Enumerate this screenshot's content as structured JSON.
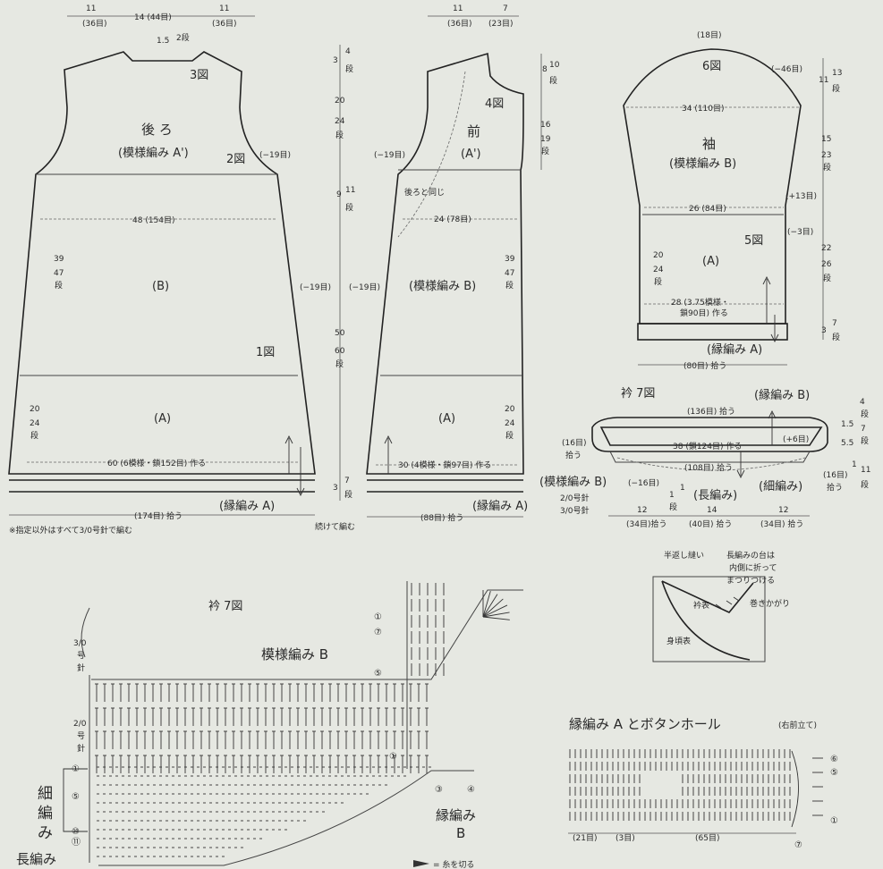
{
  "back": {
    "top_dims": [
      "11",
      "(36目)",
      "14 (44目)",
      "11",
      "(36目)"
    ],
    "neck": "1.5",
    "neck_rows": "2段",
    "fig_neck": "3図",
    "title": "後 ろ",
    "pattern_top": "(模様編み A')",
    "fig_arm": "2図",
    "dec_arm": "(−19目)",
    "width_top": "48 (154目)",
    "rows_b": [
      "39",
      "47",
      "段"
    ],
    "section_b": "(B)",
    "dec_side": "(−19目)",
    "fig_body": "1図",
    "rows_a": [
      "20",
      "24",
      "段"
    ],
    "section_a": "(A)",
    "cast_on": "60 (6模様・鎖152目) 作る",
    "edge": "(縁編み A)",
    "pickup": "(174目) 拾う",
    "note": "※指定以外はすべて3/0号針で編む"
  },
  "center_dims": {
    "d1": [
      "3",
      "4",
      "段"
    ],
    "d2": [
      "20",
      "24",
      "段"
    ],
    "d3": [
      "9",
      "11",
      "段"
    ],
    "d4": [
      "50",
      "60",
      "段"
    ],
    "d5": [
      "3",
      "7",
      "段"
    ],
    "continue": "続けて編む"
  },
  "front": {
    "top_dims": [
      "11",
      "(36目)",
      "7",
      "(23目)"
    ],
    "fig": "4図",
    "title": "前",
    "pattern_top": "(A')",
    "dec_arm": "(−19目)",
    "same_as_back": "後ろと同じ",
    "width": "24 (78目)",
    "pattern_b": "(模様編み B)",
    "dec_side": "(−19目)",
    "rows_b": [
      "39",
      "47",
      "段"
    ],
    "neck_rows": [
      "8",
      "10",
      "段"
    ],
    "arm_rows": [
      "16",
      "19",
      "段"
    ],
    "section_a": "(A)",
    "rows_a": [
      "20",
      "24",
      "段"
    ],
    "cast_on": "30 (4模様・鎖97目) 作る",
    "edge": "(縁編み A)",
    "pickup": "(88目) 拾う"
  },
  "sleeve": {
    "top": "(18目)",
    "fig_cap": "6図",
    "cap_dec": "(−46目)",
    "cap_rows": [
      "11",
      "13",
      "段"
    ],
    "width": "34 (110目)",
    "title": "袖",
    "pattern": "(模様編み B)",
    "rows_b": [
      "15",
      "23",
      "段"
    ],
    "inc": "(+13目)",
    "width_mid": "26 (84目)",
    "dec": "(−3目)",
    "fig": "5図",
    "section_a": "(A)",
    "rows_a_left": [
      "20",
      "24",
      "段"
    ],
    "rows_a_right": [
      "22",
      "26",
      "段"
    ],
    "cast_on": [
      "28 (3.75模様・",
      "鎖90目) 作る"
    ],
    "rows_edge": [
      "3",
      "7",
      "段"
    ],
    "edge": "(縁編み A)",
    "pickup": "(80目) 拾う"
  },
  "collar": {
    "label": "衿 7図",
    "top_edge": "(縁編み B)",
    "pickup_top": "(136目) 拾う",
    "rows_right": [
      "4",
      "段",
      "1.5",
      "7",
      "段",
      "5.5",
      "1",
      "11",
      "段"
    ],
    "left_pick": [
      "(16目)",
      "拾う"
    ],
    "inc": "(+6目)",
    "cast": "38 (鎖124目) 作る",
    "pickup_mid": "(108目) 拾う",
    "right_pick": [
      "(16目)",
      "拾う"
    ],
    "pattern": "(模様編み B)",
    "dec": "(−16目)",
    "needle_1": "2/0号針",
    "needle_2": "3/0号針",
    "rows_mid": [
      "1",
      "1",
      "段"
    ],
    "long": "(長編み)",
    "sc": "(細編み)",
    "bottom_dims": [
      "12",
      "(34目)拾う",
      "14",
      "(40目) 拾う",
      "12",
      "(34目) 拾う"
    ]
  },
  "detail": {
    "backstitch": "半返し縫い",
    "fold_note": [
      "長編みの台は",
      "内側に折って",
      "まつりつける"
    ],
    "whip": "巻きかがり",
    "collar_face": "衿表",
    "body_face": "身頃表"
  },
  "chart_collar": {
    "title": "衿 7図",
    "needle_a": [
      "3/0",
      "号",
      "針"
    ],
    "needle_b": [
      "2/0",
      "号",
      "針"
    ],
    "pattern": "模様編み B",
    "sc": [
      "細",
      "編",
      "み"
    ],
    "long": "長編み",
    "edge": [
      "縁編み",
      "B"
    ],
    "circles": [
      "①",
      "⑦",
      "⑤",
      "①",
      "⑤",
      "⑩",
      "⑪",
      "①",
      "③",
      "④"
    ],
    "legend": "= 糸を切る"
  },
  "chart_edge": {
    "title": "縁編み A とボタンホール",
    "subtitle": "(右前立て)",
    "bottom": [
      "(21目)",
      "(3目)",
      "(65目)"
    ],
    "circles": [
      "⑥",
      "⑤",
      "①",
      "⑦"
    ]
  }
}
